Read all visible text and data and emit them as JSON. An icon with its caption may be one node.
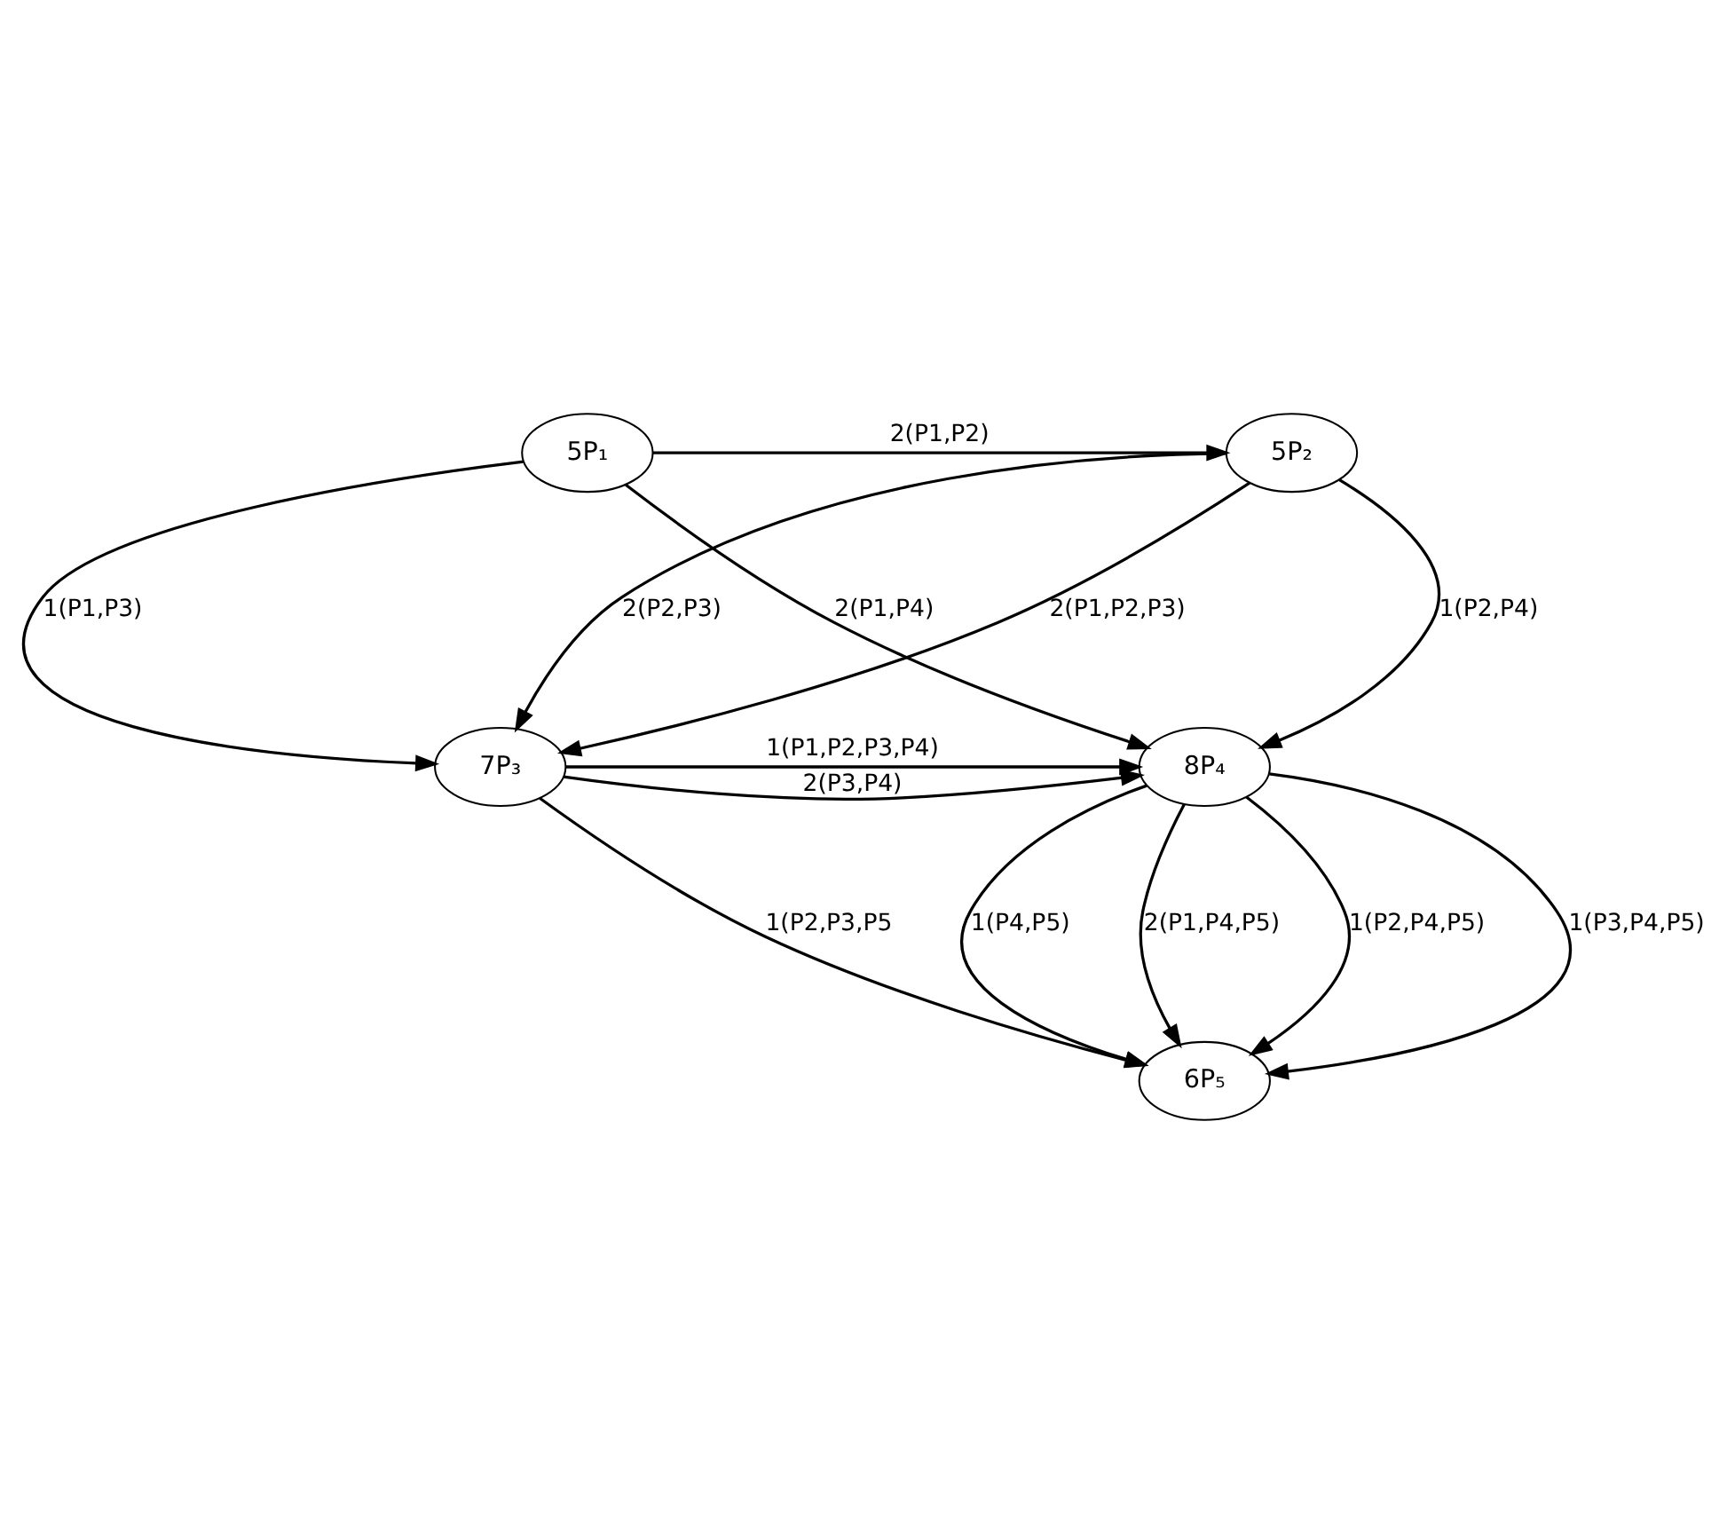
{
  "diagram": {
    "nodes": [
      {
        "text": [
          "5P₁"
        ]
      },
      {
        "text": [
          "5P₂"
        ]
      },
      {
        "text": [
          "7P₃"
        ]
      },
      {
        "text": [
          "8P₄"
        ]
      },
      {
        "text": [
          "6P₅"
        ]
      }
    ],
    "edges": [
      {
        "from": 0,
        "to": 1,
        "arrow": "to",
        "label": "2(P1,P2)"
      },
      {
        "from": 0,
        "to": 3,
        "arrow": "to",
        "label": "2(P1,P4)"
      },
      {
        "from": 0,
        "to": 2,
        "arrow": "to",
        "label": "1(P1,P3)"
      },
      {
        "from": 1,
        "to": 2,
        "arrow": "to",
        "label": "2(P2,P3)"
      },
      {
        "from": 1,
        "to": 2,
        "arrow": "to",
        "label": "2(P1,P2,P3)"
      },
      {
        "from": 1,
        "to": 3,
        "arrow": "to",
        "label": "1(P2,P4)"
      },
      {
        "from": 2,
        "to": 3,
        "arrow": "to",
        "label": "2(P3,P4)"
      },
      {
        "from": 2,
        "to": 3,
        "arrow": "to",
        "label": "1(P1,P2,P3,P4)"
      },
      {
        "from": 2,
        "to": 4,
        "arrow": "to",
        "label": "1(P2,P3,P5"
      },
      {
        "from": 3,
        "to": 4,
        "arrow": "to",
        "label": "2(P1,P4,P5)"
      },
      {
        "from": 3,
        "to": 4,
        "arrow": "to",
        "label": "1(P2,P4,P5)"
      },
      {
        "from": 3,
        "to": 4,
        "arrow": "to",
        "label": "1(P3,P4,P5)"
      },
      {
        "from": 3,
        "to": 4,
        "arrow": "to",
        "label": "1(P4,P5)"
      }
    ]
  }
}
